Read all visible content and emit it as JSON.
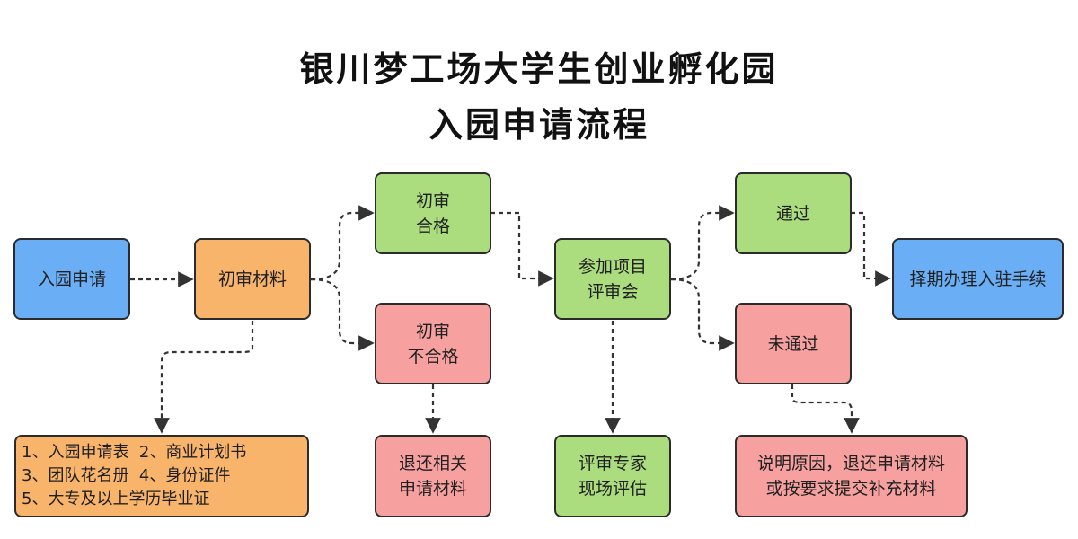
{
  "title": {
    "line1": "银川梦工场大学生创业孵化园",
    "line2": "入园申请流程"
  },
  "nodes": {
    "apply": "入园申请",
    "initial_materials": "初审材料",
    "materials_list": [
      "1、入园申请表  2、商业计划书",
      "3、团队花名册  4、身份证件",
      "5、大专及以上学历毕业证"
    ],
    "pass_line1": "初审",
    "pass_line2": "合格",
    "fail_line1": "初审",
    "fail_line2": "不合格",
    "return_line1": "退还相关",
    "return_line2": "申请材料",
    "review_line1": "参加项目",
    "review_line2": "评审会",
    "expert_line1": "评审专家",
    "expert_line2": "现场评估",
    "approved": "通过",
    "rejected": "未通过",
    "settle": "择期办理入驻手续",
    "explain_line1": "说明原因，退还申请材料",
    "explain_line2": "或按要求提交补充材料"
  },
  "colors": {
    "blue": "#6aaef5",
    "orange": "#f8b46b",
    "green": "#abdc7e",
    "pink": "#f6a0a0",
    "border": "#2b2b2b"
  }
}
